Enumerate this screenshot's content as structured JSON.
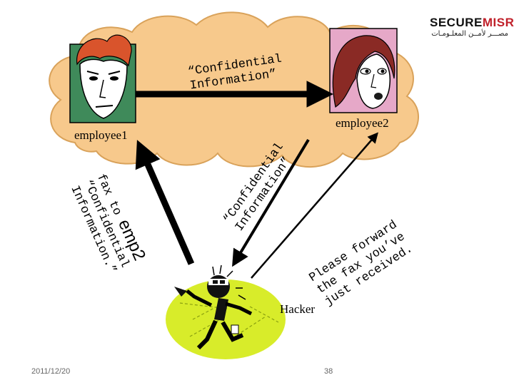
{
  "logo": {
    "brand_part1": "SECURE",
    "brand_part2": "MISR",
    "arabic_tagline": "مصـــر لأمــن المعلـومـات"
  },
  "cloud": {
    "message_top_line1": "“Confidential",
    "message_top_line2": "Information”"
  },
  "labels": {
    "employee1": "employee1",
    "employee2": "employee2",
    "hacker": "Hacker"
  },
  "messages": {
    "fax_line1": "fax to",
    "fax_emp2": "emp2",
    "fax_line2": "“Confidential",
    "fax_line3": "Information.”",
    "confidential_line1": "“Confidential",
    "confidential_line2": "Information”",
    "forward_line1": "Please forward",
    "forward_line2": "the fax you’ve",
    "forward_line3": "just received."
  },
  "footer": {
    "date": "2011/12/20",
    "page_number": "38"
  },
  "colors": {
    "cloud_fill": "#f7c98c",
    "cloud_stroke": "#d9a25a",
    "arrow": "#000000",
    "face1_bg": "#3f8a5a",
    "face2_bg": "#e6a8c8",
    "hacker_bg": "#d8ec2a",
    "brand_red": "#c0202a"
  },
  "icons": [
    "employee1-face-icon",
    "employee2-face-icon",
    "hacker-figure-icon",
    "cloud-shape"
  ]
}
